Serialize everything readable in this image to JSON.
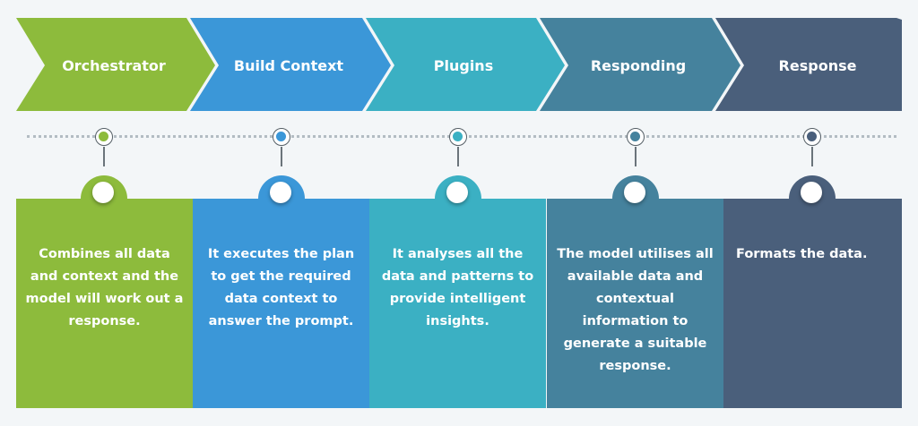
{
  "steps": [
    {
      "title": "Orchestrator",
      "description": "Combines all data and context and the model will work out a response.",
      "color": "#8dbb3c"
    },
    {
      "title": "Build Context",
      "description": "It executes the plan to get the required data context to answer the prompt.",
      "color": "#3b97d8"
    },
    {
      "title": "Plugins",
      "description": "It analyses all the data and patterns to provide intelligent insights.",
      "color": "#3bb0c3"
    },
    {
      "title": "Responding",
      "description": "The model utilises all available data and contextual information to generate a suitable response.",
      "color": "#45829d"
    },
    {
      "title": "Response",
      "description": "Formats the data.",
      "color": "#4a5f7b"
    }
  ]
}
